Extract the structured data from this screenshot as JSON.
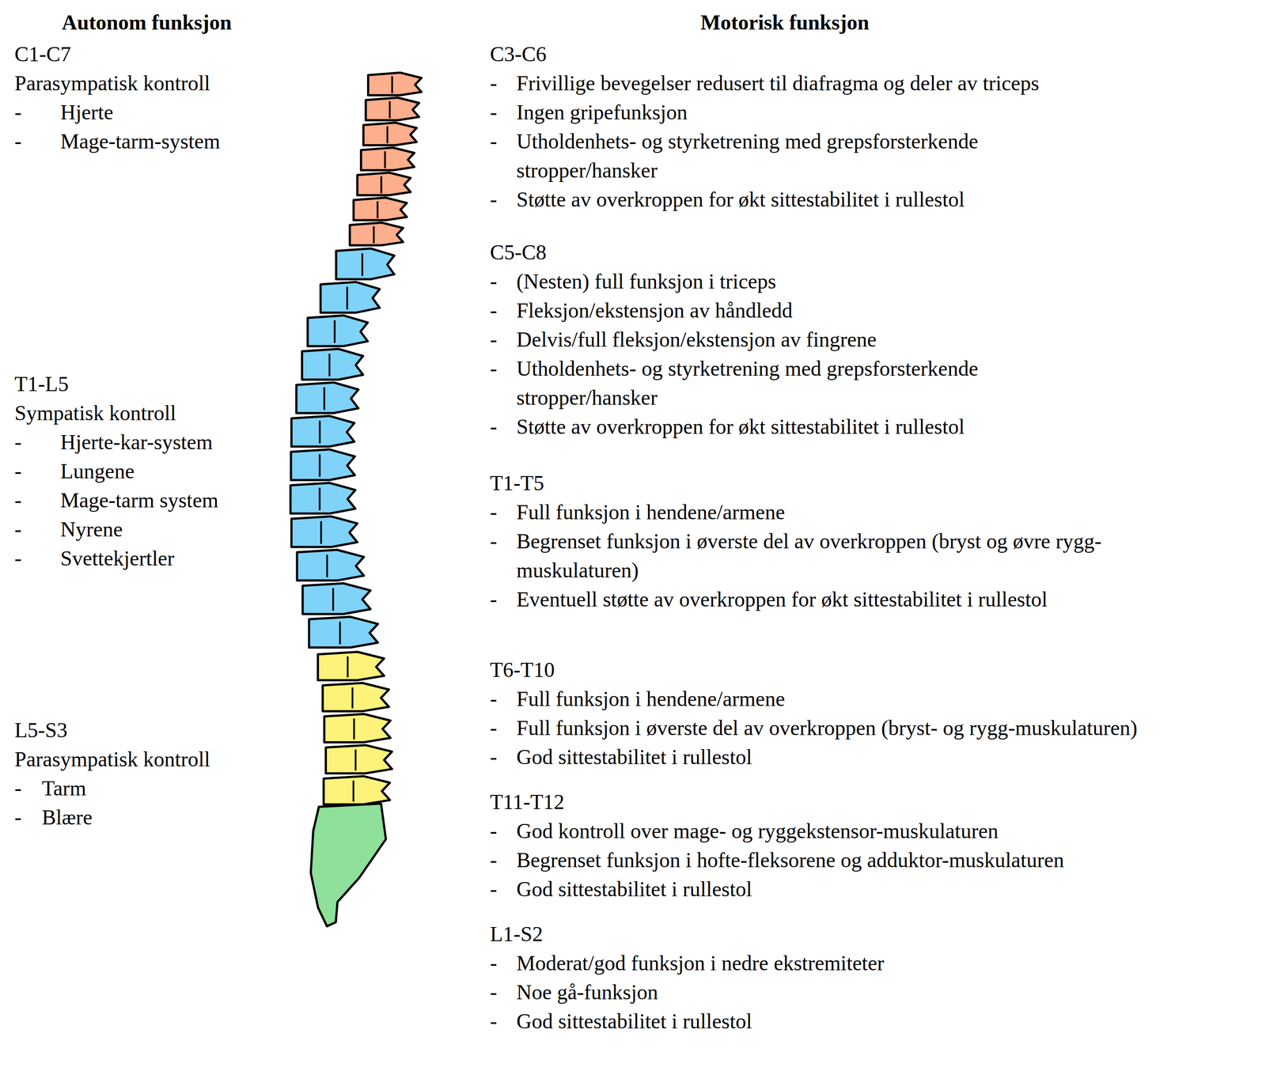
{
  "diagram": {
    "labels": [
      "Autonom funksjon",
      "Motorisk funksjon",
      "C1-C7",
      "Parasympatisk kontroll",
      "-",
      "Hjerte",
      "-",
      "Mage-tarm-system",
      "T1-L5",
      "Sympatisk kontroll",
      "-",
      "Hjerte-kar-system",
      "-",
      "Lungene",
      "-",
      "Mage-tarm system",
      "-",
      "Nyrene",
      "-",
      "Svettekjertler",
      "L5-S3",
      "Parasympatisk kontroll",
      "-",
      "Tarm",
      "-",
      "Blære",
      "C3-C6",
      "-",
      "Frivillige bevegelser redusert til diafragma og deler av triceps",
      "-",
      "Ingen gripefunksjon",
      "-",
      "Utholdenhets- og styrketrening med grepsforsterkende stropper/hansker",
      "-",
      "Støtte av overkroppen for økt sittestabilitet i rullestol",
      "C5-C8",
      "-",
      "(Nesten) full funksjon i triceps",
      "-",
      "Fleksjon/ekstensjon av håndledd",
      "-",
      "Delvis/full fleksjon/ekstensjon av fingrene",
      "-",
      "Utholdenhets- og styrketrening med grepsforsterkende stropper/hansker",
      "-",
      "Støtte av overkroppen for økt sittestabilitet i rullestol",
      "T1-T5",
      "-",
      "Full funksjon i hendene/armene",
      "-",
      "Begrenset funksjon i øverste del av overkroppen (bryst og øvre rygg-muskulaturen)",
      "-",
      "Eventuell støtte av overkroppen for økt sittestabilitet i rullestol",
      "T6-T10",
      "-",
      "Full funksjon i hendene/armene",
      "-",
      "Full funksjon i øverste del av overkroppen (bryst- og rygg-muskulaturen)",
      "-",
      "God sittestabilitet i rullestol",
      "T11-T12",
      "-",
      "God kontroll over mage- og ryggekstensor-muskulaturen",
      "-",
      "Begrenset funksjon i hofte-fleksorene og adduktor-muskulaturen",
      "-",
      "God sittestabilitet i rullestol",
      "L1-S2",
      "-",
      "Moderat/god funksjon i nedre ekstremiteter",
      "-",
      "Noe gå-funksjon",
      "-",
      "God sittestabilitet i rullestol"
    ]
  }
}
